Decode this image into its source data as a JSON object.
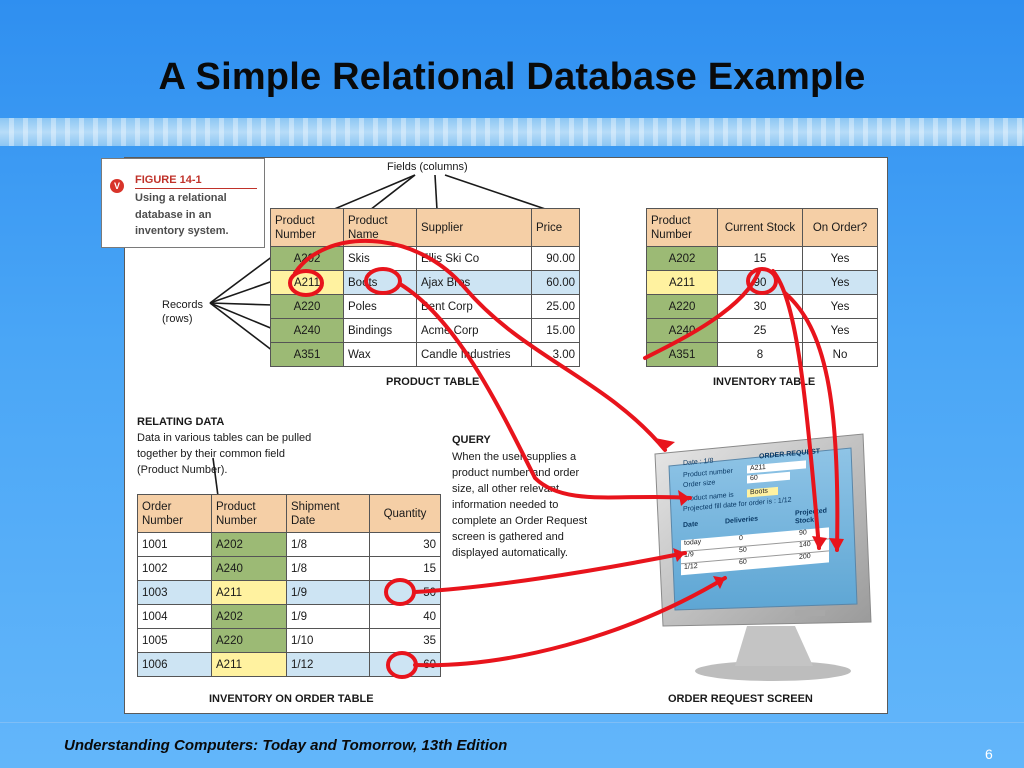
{
  "slide": {
    "title": "A Simple Relational Database Example",
    "footer": "Understanding Computers: Today and Tomorrow, 13th Edition",
    "page_number": "6"
  },
  "caption": {
    "icon": "V",
    "title": "FIGURE 14-1",
    "description": "Using a relational database in an inventory system."
  },
  "labels": {
    "fields": "Fields (columns)",
    "records_line1": "Records",
    "records_line2": "(rows)",
    "product_table": "PRODUCT TABLE",
    "inventory_table": "INVENTORY TABLE",
    "order_table": "INVENTORY ON ORDER TABLE",
    "order_screen": "ORDER REQUEST SCREEN"
  },
  "relating": {
    "title": "RELATING DATA",
    "line1": "Data in various tables can be pulled",
    "line2": "together by their common field",
    "line3": "(Product Number)."
  },
  "query": {
    "title": "QUERY",
    "line1": "When the user supplies a",
    "line2": "product number and order",
    "line3": "size, all other relevant",
    "line4": "information needed to",
    "line5": "complete an Order Request",
    "line6": "screen is gathered and",
    "line7": "displayed automatically."
  },
  "product_table": {
    "headers": [
      "Product Number",
      "Product Name",
      "Supplier",
      "Price"
    ],
    "rows": [
      [
        "A202",
        "Skis",
        "Ellis Ski Co",
        "90.00"
      ],
      [
        "A211",
        "Boots",
        "Ajax Bros",
        "60.00"
      ],
      [
        "A220",
        "Poles",
        "Bent Corp",
        "25.00"
      ],
      [
        "A240",
        "Bindings",
        "Acme Corp",
        "15.00"
      ],
      [
        "A351",
        "Wax",
        "Candle Industries",
        "3.00"
      ]
    ]
  },
  "inventory_table": {
    "headers": [
      "Product Number",
      "Current Stock",
      "On Order?"
    ],
    "rows": [
      [
        "A202",
        "15",
        "Yes"
      ],
      [
        "A211",
        "90",
        "Yes"
      ],
      [
        "A220",
        "30",
        "Yes"
      ],
      [
        "A240",
        "25",
        "Yes"
      ],
      [
        "A351",
        "8",
        "No"
      ]
    ]
  },
  "order_table": {
    "headers": [
      "Order Number",
      "Product Number",
      "Shipment Date",
      "Quantity"
    ],
    "rows": [
      [
        "1001",
        "A202",
        "1/8",
        "30"
      ],
      [
        "1002",
        "A240",
        "1/8",
        "15"
      ],
      [
        "1003",
        "A211",
        "1/9",
        "50"
      ],
      [
        "1004",
        "A202",
        "1/9",
        "40"
      ],
      [
        "1005",
        "A220",
        "1/10",
        "35"
      ],
      [
        "1006",
        "A211",
        "1/12",
        "60"
      ]
    ]
  },
  "screen": {
    "date": "Date : 1/8",
    "title": "ORDER REQUEST",
    "product_number_label": "Product number",
    "product_number_value": "A211",
    "order_size_label": "Order size",
    "order_size_value": "60",
    "product_name_label": "Product name is",
    "product_name_value": "Boots",
    "projected_label": "Projected fill date for order is : 1/12",
    "col_date": "Date",
    "col_deliveries": "Deliveries",
    "col_projected": "Projected Stock",
    "rows": [
      [
        "today",
        "0",
        "90"
      ],
      [
        "1/9",
        "50",
        "140"
      ],
      [
        "1/12",
        "60",
        "200"
      ]
    ]
  },
  "colors": {
    "header": "#f5cfa6",
    "product_number_col": "#9cba75",
    "highlight_row": "#cde4f3",
    "highlight_cell": "#fff2a0",
    "annotation": "#e8141c"
  }
}
